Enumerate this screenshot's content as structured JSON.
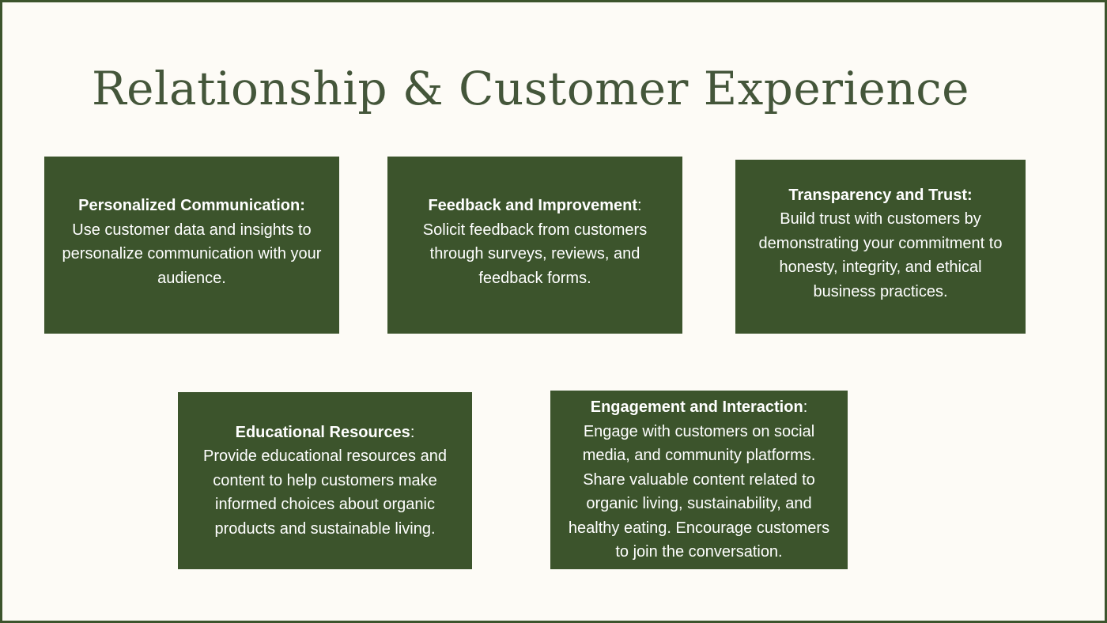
{
  "title": "Relationship & Customer Experience",
  "cards": [
    {
      "heading": "Personalized Communication:",
      "punct": "",
      "body": "Use customer data and insights to personalize communication with your audience."
    },
    {
      "heading": "Feedback and Improvement",
      "punct": ":",
      "body": "Solicit feedback from customers through surveys, reviews, and feedback forms."
    },
    {
      "heading": "Transparency and Trust:",
      "punct": "",
      "body": "Build trust with customers by demonstrating your commitment to honesty, integrity, and ethical business practices."
    },
    {
      "heading": "Educational Resources",
      "punct": ":",
      "body": "Provide educational resources and content to help customers make informed choices about organic products and sustainable living."
    },
    {
      "heading": "Engagement and Interaction",
      "punct": ":",
      "body": "Engage with customers on social media, and community platforms. Share valuable content related to organic living, sustainability, and healthy eating. Encourage customers to join the conversation."
    }
  ],
  "colors": {
    "background": "#fdfbf6",
    "accent": "#3c542c",
    "title_text": "#44563a",
    "card_text": "#ffffff"
  }
}
